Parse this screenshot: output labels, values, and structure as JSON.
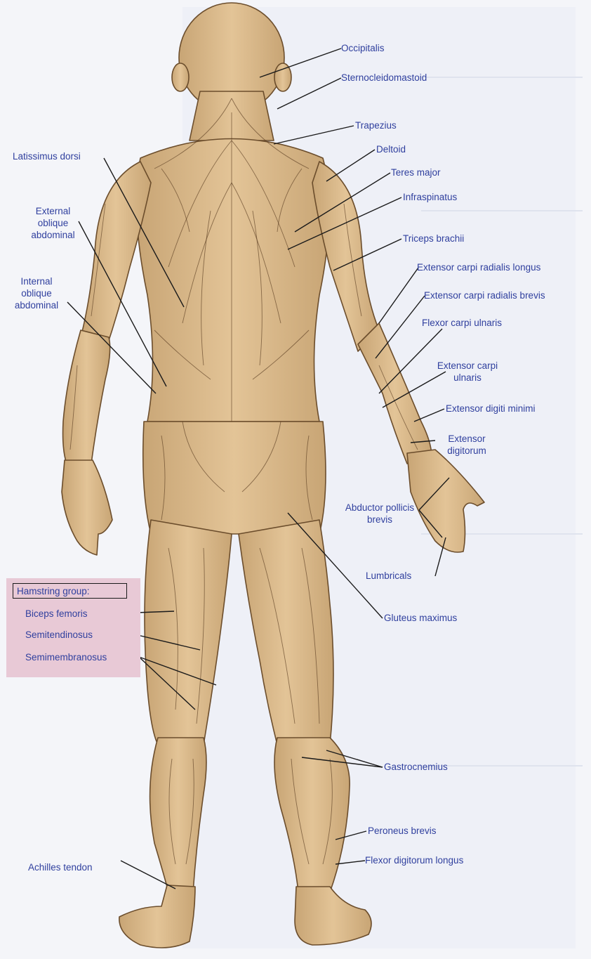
{
  "colors": {
    "skin": "#d9b98c",
    "skin_dark": "#a88458",
    "muscle_line": "#4a3420",
    "label_text": "#2f3f9e",
    "leader_line": "#1a1a1a",
    "hamstring_bg": "#e8c9d6",
    "background": "#f4f5f9"
  },
  "labels": {
    "occipitalis": "Occipitalis",
    "sternocleidomastoid": "Sternocleidomastoid",
    "trapezius": "Trapezius",
    "deltoid": "Deltoid",
    "teres_major": "Teres major",
    "infraspinatus": "Infraspinatus",
    "triceps_brachii": "Triceps brachii",
    "ext_carpi_rad_longus": "Extensor carpi radialis longus",
    "ext_carpi_rad_brevis": "Extensor carpi radialis brevis",
    "flexor_carpi_ulnaris": "Flexor carpi ulnaris",
    "extensor_carpi_ulnaris": "Extensor carpi ulnaris",
    "extensor_digiti_minimi": "Extensor digiti minimi",
    "extensor_digitorum": "Extensor digitorum",
    "abductor_pollicis_brevis": "Abductor pollicis brevis",
    "lumbricals": "Lumbricals",
    "gluteus_maximus": "Gluteus maximus",
    "gastrocnemius": "Gastrocnemius",
    "peroneus_brevis": "Peroneus brevis",
    "flexor_digitorum_longus": "Flexor digitorum longus",
    "achilles_tendon": "Achilles tendon",
    "latissimus_dorsi": "Latissimus dorsi",
    "external_oblique": "External oblique abdominal",
    "internal_oblique": "Internal oblique abdominal"
  },
  "hamstring": {
    "title": "Hamstring group:",
    "items": [
      "Biceps femoris",
      "Semitendinosus",
      "Semimembranosus"
    ]
  }
}
